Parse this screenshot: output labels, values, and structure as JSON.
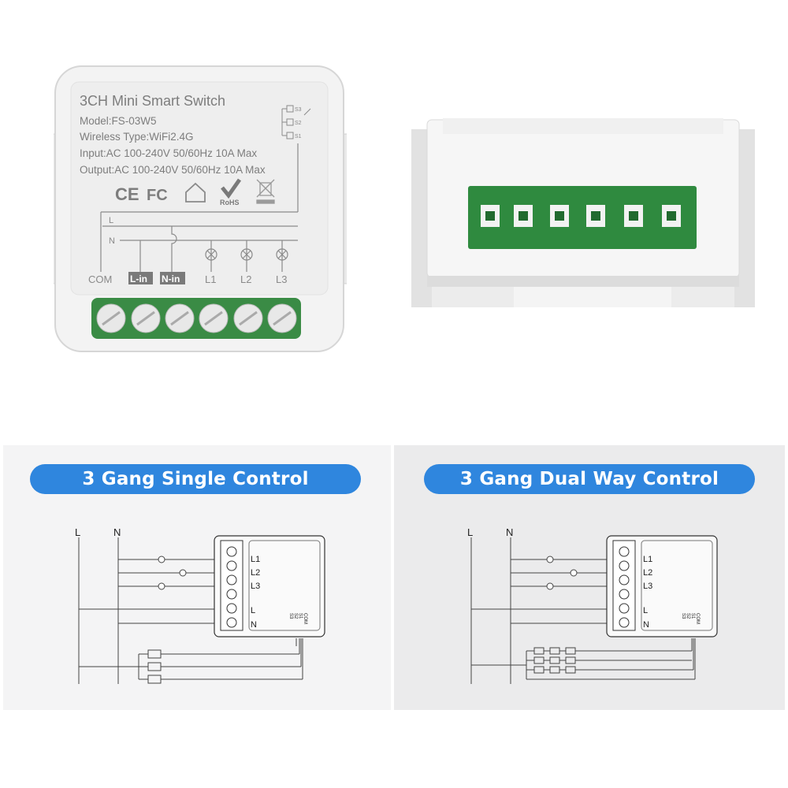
{
  "device_label": {
    "title": "3CH Mini Smart Switch",
    "model": "Model:FS-03W5",
    "wireless": "Wireless Type:WiFi2.4G",
    "input": "Input:AC 100-240V 50/60Hz 10A Max",
    "output": "Output:AC 100-240V 50/60Hz 10A Max",
    "cert_ce": "CE",
    "cert_fc": "FC",
    "cert_rohs": "RoHS",
    "switch_s1": "S1",
    "switch_s2": "S2",
    "switch_s3": "S3",
    "line_l": "L",
    "line_n": "N",
    "terminals": [
      "COM",
      "L-in",
      "N-in",
      "L1",
      "L2",
      "L3"
    ]
  },
  "colors": {
    "accent": "#2f86de",
    "terminal_green": "#2f8a3f",
    "device_white": "#f2f2f2"
  },
  "sections": [
    {
      "title": "3 Gang Single Control",
      "mains_labels": [
        "L",
        "N"
      ],
      "module_labels": [
        "L1",
        "L2",
        "L3",
        "L",
        "N"
      ],
      "switch_labels": [
        "COM",
        "S1",
        "S2",
        "S3"
      ]
    },
    {
      "title": "3 Gang Dual Way Control",
      "mains_labels": [
        "L",
        "N"
      ],
      "module_labels": [
        "L1",
        "L2",
        "L3",
        "L",
        "N"
      ],
      "switch_labels": [
        "COM",
        "S1",
        "S2",
        "S3"
      ]
    }
  ]
}
